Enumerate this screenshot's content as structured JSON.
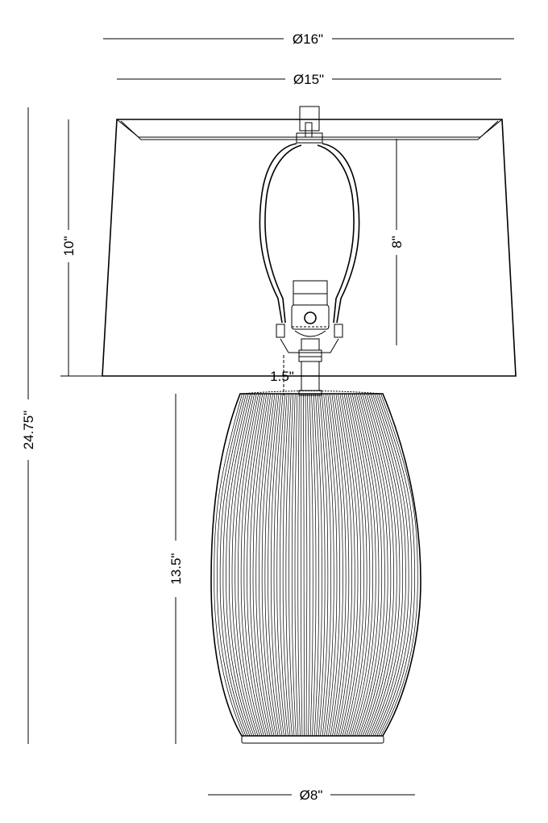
{
  "dimensions": {
    "shade_top_outer_diameter": "Ø16\"",
    "shade_top_diameter": "Ø15\"",
    "overall_height": "24.75\"",
    "shade_height": "10\"",
    "harp_height": "8\"",
    "neck_height": "1.5\"",
    "base_height": "13.5\"",
    "base_diameter": "Ø8\""
  },
  "colors": {
    "line": "#000000",
    "background": "#ffffff"
  }
}
